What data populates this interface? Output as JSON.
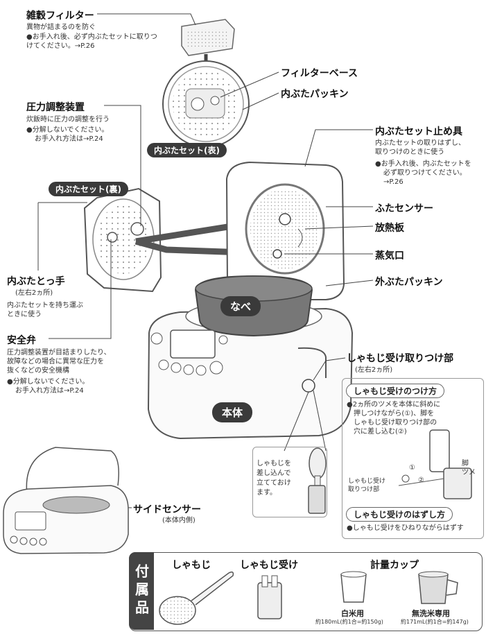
{
  "labels": {
    "zakkoku_filter": {
      "title": "雑穀フィルター",
      "desc": "異物が詰まるのを防ぐ",
      "bullet": "●お手入れ後、必ず内ぶたセットに取りつけてください。→P.26"
    },
    "filter_base": "フィルターベース",
    "uchibuta_packing": "内ぶたパッキン",
    "uchibuta_set_omote": "内ぶたセット(表)",
    "pressure_device": {
      "title": "圧力調整装置",
      "desc": "炊飯時に圧力の調整を行う",
      "bullet1": "●分解しないでください。",
      "bullet2": "お手入れ方法は→P.24"
    },
    "uchibuta_set_ura": "内ぶたセット(裏)",
    "tomegu": {
      "title": "内ぶたセット止め具",
      "desc1": "内ぶたセットの取りはずし、",
      "desc2": "取りつけのときに使う",
      "bullet1": "●お手入れ後、内ぶたセットを",
      "bullet2": "必ず取りつけてください。",
      "bullet3": "→P.26"
    },
    "futa_sensor": "ふたセンサー",
    "heat_plate": "放熱板",
    "steam_vent": "蒸気口",
    "sotobuta_packing": "外ぶたパッキン",
    "uchibuta_handle": {
      "title": "内ぶたとっ手",
      "sub": "(左右2ヵ所)",
      "desc1": "内ぶたセットを持ち運ぶ",
      "desc2": "ときに使う"
    },
    "nabe": "なべ",
    "safety_valve": {
      "title": "安全弁",
      "desc1": "圧力調整装置が目詰まりしたり、",
      "desc2": "故障などの場合に異常な圧力を",
      "desc3": "抜くなどの安全機構",
      "bullet1": "●分解しないでください。",
      "bullet2": "お手入れ方法は→P.24"
    },
    "hontai": "本体",
    "shamoji_mount": {
      "title": "しゃもじ受け取りつけ部",
      "sub": "(左右2ヵ所)"
    },
    "attach": {
      "title": "しゃもじ受けのつけ方",
      "line1": "●2ヵ所のツメを本体に斜めに",
      "line2": "押しつけながら(①)、脚を",
      "line3": "しゃもじ受け取りつけ部の",
      "line4": "穴に差し込む(②)",
      "leg": "脚",
      "tsume": "ツメ",
      "mount1": "しゃもじ受け",
      "mount2": "取りつけ部",
      "c1": "①",
      "c2": "②"
    },
    "remove": {
      "title": "しゃもじ受けのはずし方",
      "line": "●しゃもじ受けをひねりながらはずす"
    },
    "stand_note": {
      "l1": "しゃもじを",
      "l2": "差し込んで",
      "l3": "立てておけ",
      "l4": "ます。"
    },
    "side_sensor": "サイドセンサー",
    "side_sensor_sub": "(本体内側)"
  },
  "accessories": {
    "tab": "付属品",
    "shamoji": "しゃもじ",
    "shamoji_uke": "しゃもじ受け",
    "cup": "計量カップ",
    "hakumai": "白米用",
    "hakumai_detail": "約180mL(約1合=約150g)",
    "musenmai": "無洗米専用",
    "musenmai_detail": "約171mL(約1合=約147g)"
  },
  "colors": {
    "dark": "#3a3a3a",
    "arrow": "#555555",
    "nabe": "#777777"
  }
}
